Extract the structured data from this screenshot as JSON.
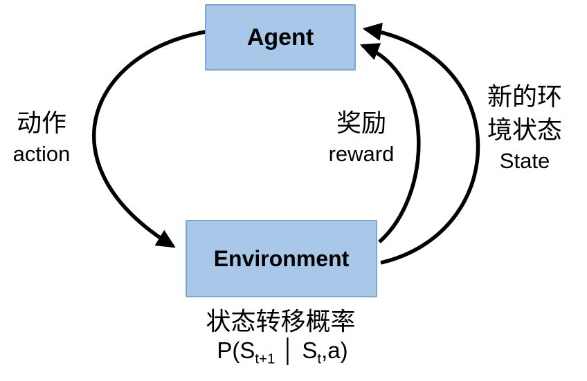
{
  "diagram": {
    "agent_box": {
      "label": "Agent"
    },
    "environment_box": {
      "label": "Environment"
    },
    "action_label": {
      "zh": "动作",
      "en": "action"
    },
    "reward_label": {
      "zh": "奖励",
      "en": "reward"
    },
    "state_label": {
      "zh_line1": "新的环",
      "zh_line2": "境状态",
      "en": "State"
    },
    "transition_label": "状态转移概率",
    "formula": {
      "p1": "P(S",
      "sub1": "t+1",
      "p2": " │ S",
      "sub2": "t",
      "p3": ",a)"
    }
  },
  "colors": {
    "box_fill": "#a9c7e8",
    "box_border": "#7ea6cf",
    "arrow": "#000000",
    "text": "#000000",
    "background": "#ffffff"
  }
}
